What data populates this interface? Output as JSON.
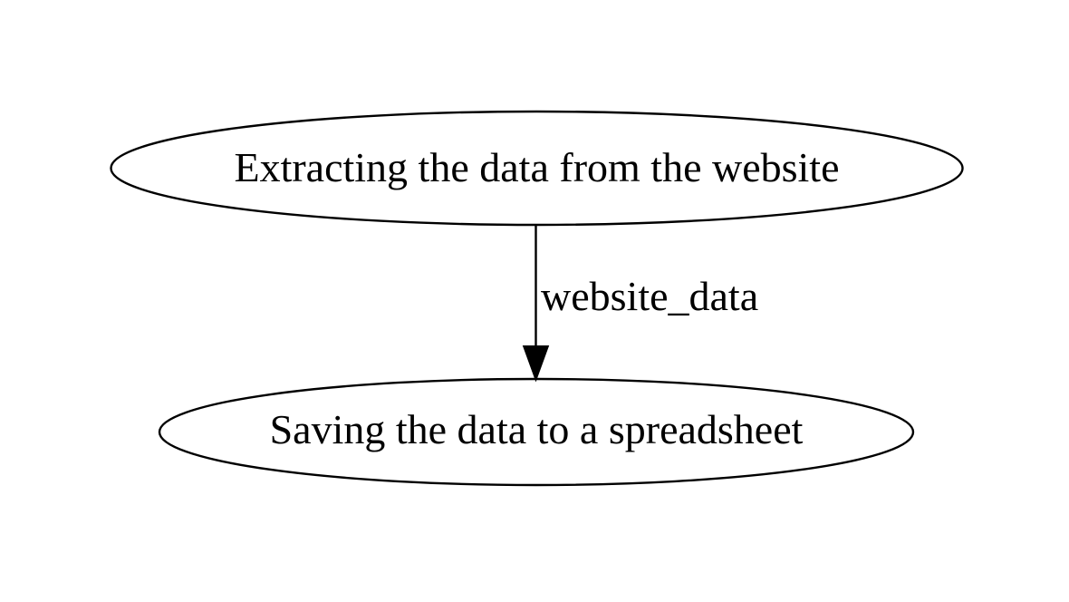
{
  "diagram": {
    "type": "flowchart",
    "background_color": "#ffffff",
    "stroke_color": "#000000",
    "text_color": "#000000",
    "nodes": [
      {
        "id": "extract",
        "shape": "ellipse",
        "label": "Extracting the data from the website"
      },
      {
        "id": "save",
        "shape": "ellipse",
        "label": "Saving the data to a spreadsheet"
      }
    ],
    "edges": [
      {
        "from": "extract",
        "to": "save",
        "label": "website_data",
        "direction": "down",
        "arrowhead": "filled-triangle"
      }
    ]
  }
}
